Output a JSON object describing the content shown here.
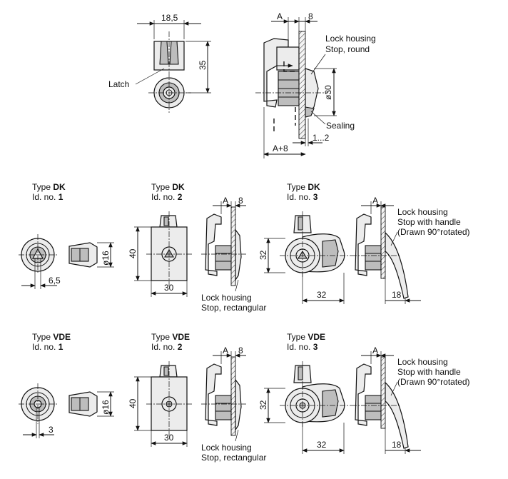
{
  "top": {
    "dim_width": "18,5",
    "dim_height": "35",
    "label_latch": "Latch",
    "dim_a": "A",
    "dim_8": "8",
    "label_lock_housing": "Lock housing",
    "label_stop_round": "Stop, round",
    "dim_dia30": "ø30",
    "label_sealing": "Sealing",
    "dim_1_2": "1...2",
    "dim_a_plus_8": "A+8"
  },
  "dk": {
    "type_prefix": "Type",
    "type_name": "DK",
    "id_prefix": "Id. no.",
    "id1": "1",
    "id2": "2",
    "id3": "3",
    "dim_6_5": "6,5",
    "dim_dia16": "ø16",
    "dim_40": "40",
    "dim_30": "30",
    "dim_32_v": "32",
    "dim_32_h": "32",
    "dim_18": "18",
    "dim_a": "A",
    "dim_8": "8",
    "label_lock_housing": "Lock housing",
    "label_stop_rect": "Stop, rectangular",
    "label_lock_housing3": "Lock housing",
    "label_stop_handle": "Stop with handle",
    "label_drawn_rotated": "(Drawn 90°rotated)"
  },
  "vde": {
    "type_prefix": "Type",
    "type_name": "VDE",
    "id_prefix": "Id. no.",
    "id1": "1",
    "id2": "2",
    "id3": "3",
    "dim_3": "3",
    "dim_dia16": "ø16",
    "dim_40": "40",
    "dim_30": "30",
    "dim_32_v": "32",
    "dim_32_h": "32",
    "dim_18": "18",
    "dim_a": "A",
    "dim_8": "8",
    "label_lock_housing": "Lock housing",
    "label_stop_rect": "Stop, rectangular",
    "label_lock_housing3": "Lock housing",
    "label_stop_handle": "Stop with handle",
    "label_drawn_rotated": "(Drawn 90°rotated)"
  }
}
